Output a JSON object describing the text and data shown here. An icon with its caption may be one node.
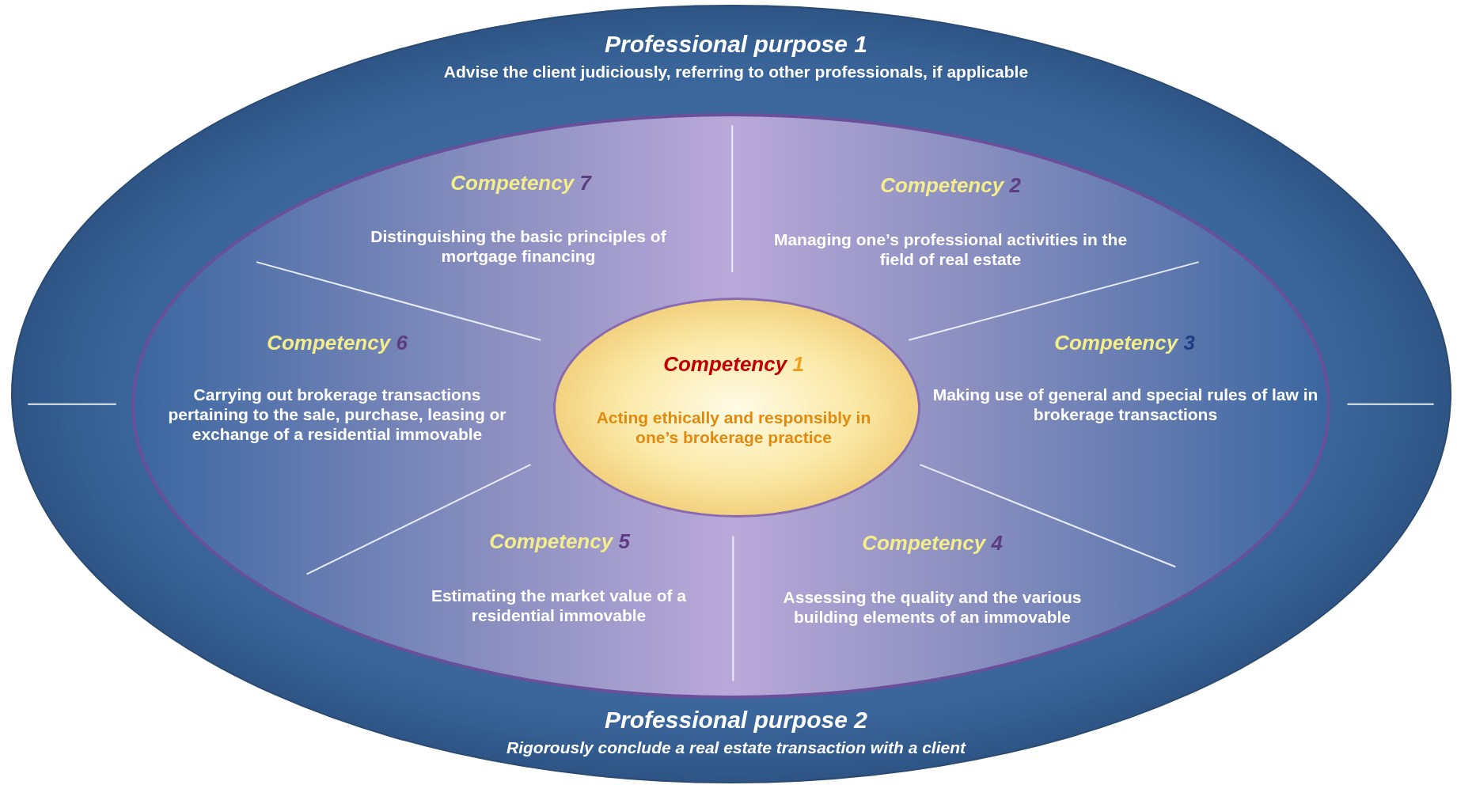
{
  "diagram": {
    "nodes": [
      {
        "text": [
          "Professional purpose 1",
          "Advise the client judiciously, referring to other professionals, if applicable",
          "Professional purpose 2",
          "Rigorously conclude a real estate transaction with a client"
        ]
      },
      {
        "text": [],
        "shape": "ellipse",
        "in": 0
      },
      {
        "text": [
          "Competency 7",
          "Distinguishing the basic principles of mortgage financing"
        ],
        "in": 1
      },
      {
        "text": [
          "Competency 2",
          "Managing one’s professional activities in the field of real estate"
        ],
        "in": 1
      },
      {
        "text": [
          "Competency 6",
          "Carrying out brokerage transactions pertaining to the sale, purchase, leasing or exchange of a residential immovable"
        ],
        "in": 1
      },
      {
        "text": [
          "Competency 1",
          "Acting ethically and responsibly in one’s brokerage practice"
        ],
        "in": 1
      },
      {
        "text": [
          "Competency 3",
          "Making use of general and special rules of law in brokerage transactions"
        ],
        "in": 1
      },
      {
        "text": [
          "Competency 5",
          "Estimating the market value of a residential immovable"
        ],
        "in": 1
      },
      {
        "text": [
          "Competency 4",
          "Assessing the quality and the various building elements of an immovable"
        ],
        "in": 1
      }
    ],
    "edges": []
  }
}
